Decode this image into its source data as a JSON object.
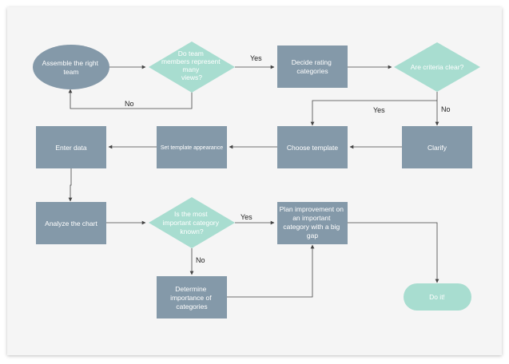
{
  "colors": {
    "box": "#8499a9",
    "decision": "#a8ddd0",
    "edge": "#444444",
    "shape_text": "#ffffff",
    "edge_text": "#222222"
  },
  "nodes": {
    "assemble": [
      "Assemble the right",
      "team"
    ],
    "represent": [
      "Do team",
      "members represent",
      "many",
      "views?"
    ],
    "decide_rating": [
      "Decide rating",
      "categories"
    ],
    "criteria_clear": [
      "Are criteria clear?"
    ],
    "clarify": [
      "Clarify"
    ],
    "choose_template": [
      "Choose template"
    ],
    "set_template": [
      "Set template appearance"
    ],
    "enter_data": [
      "Enter data"
    ],
    "analyze": [
      "Analyze the chart"
    ],
    "important_known": [
      "Is the most",
      "important category",
      "known?"
    ],
    "plan": [
      "Plan improvement on",
      "an important",
      "category with a big",
      "gap"
    ],
    "determine": [
      "Determine",
      "importance of",
      "categories"
    ],
    "do_it": [
      "Do it!"
    ]
  },
  "edge_labels": {
    "yes_1": "Yes",
    "no_1": "No",
    "yes_2": "Yes",
    "no_2": "No",
    "yes_3": "Yes",
    "no_3": "No"
  }
}
